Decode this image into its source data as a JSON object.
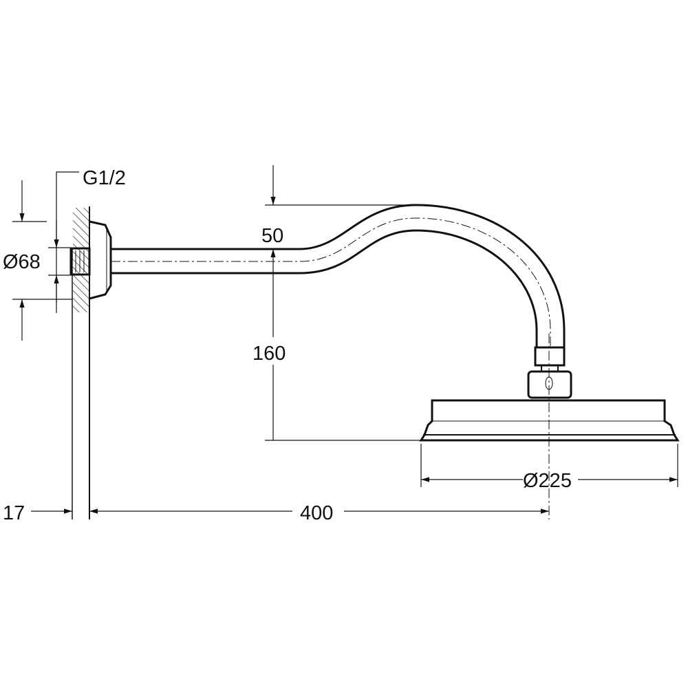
{
  "labels": {
    "thread": "G1/2",
    "flange_diameter": "Ø68",
    "rise": "50",
    "drop": "160",
    "head_diameter": "Ø225",
    "wall_offset": "17",
    "projection": "400"
  }
}
